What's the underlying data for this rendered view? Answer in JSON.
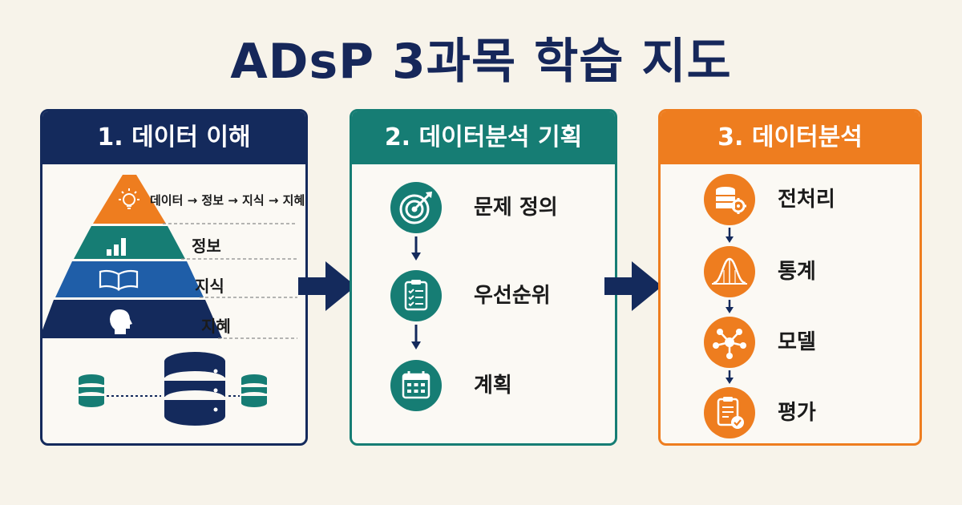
{
  "title": "ADsP 3과목 학습 지도",
  "panels": [
    {
      "header": "1. 데이터 이해",
      "pyramid": [
        "데이터 → 정보 → 지식 → 지혜",
        "정보",
        "지식",
        "지혜"
      ]
    },
    {
      "header": "2. 데이터분석 기획",
      "steps": [
        "문제 정의",
        "우선순위",
        "계획"
      ]
    },
    {
      "header": "3. 데이터분석",
      "steps": [
        "전처리",
        "통계",
        "모델",
        "평가"
      ]
    }
  ],
  "colors": {
    "navy": "#142a5c",
    "teal": "#167d74",
    "orange": "#ee7d1f",
    "blue": "#1f5ea8",
    "background": "#f7f3ea"
  },
  "icons": [
    "lightbulb-icon",
    "bar-chart-icon",
    "book-icon",
    "head-icon",
    "database-icon",
    "target-icon",
    "checklist-icon",
    "calendar-icon",
    "database-gear-icon",
    "bell-curve-icon",
    "network-icon",
    "clipboard-check-icon",
    "arrow-right-icon"
  ]
}
